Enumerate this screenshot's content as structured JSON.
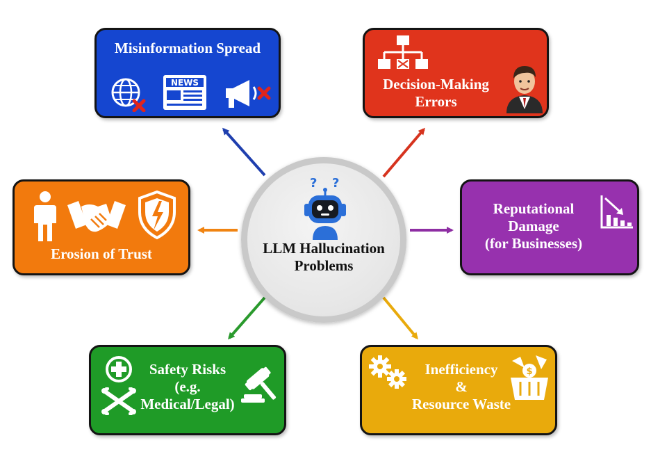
{
  "center": {
    "title_line1": "LLM Hallucination",
    "title_line2": "Problems",
    "icon": "robot-question-icon"
  },
  "problems": [
    {
      "line1": "Misinformation Spread",
      "icons": [
        "globe-x-icon",
        "news-icon",
        "megaphone-x-icon"
      ],
      "color": "#1546d0"
    },
    {
      "line1": "Decision-Making",
      "line2": "Errors",
      "icons": [
        "org-chart-icon",
        "businessman-icon"
      ],
      "color": "#e0341c"
    },
    {
      "line1": "Reputational",
      "line2": "Damage",
      "line3": "(for Businesses)",
      "icons": [
        "declining-chart-icon"
      ],
      "color": "#9731ae"
    },
    {
      "line1": "Inefficiency",
      "line2": "&",
      "line3": "Resource Waste",
      "icons": [
        "gears-icon",
        "money-basket-icon"
      ],
      "color": "#e9aa0c"
    },
    {
      "line1": "Safety Risks",
      "line2": "(e.g.",
      "line3": "Medical/Legal)",
      "icons": [
        "medical-cross-icon",
        "skull-bones-icon",
        "gavel-icon"
      ],
      "color": "#1f9b27"
    },
    {
      "line1": "Erosion of Trust",
      "icons": [
        "person-icon",
        "handshake-icon",
        "broken-shield-icon"
      ],
      "color": "#f27a0d"
    }
  ]
}
